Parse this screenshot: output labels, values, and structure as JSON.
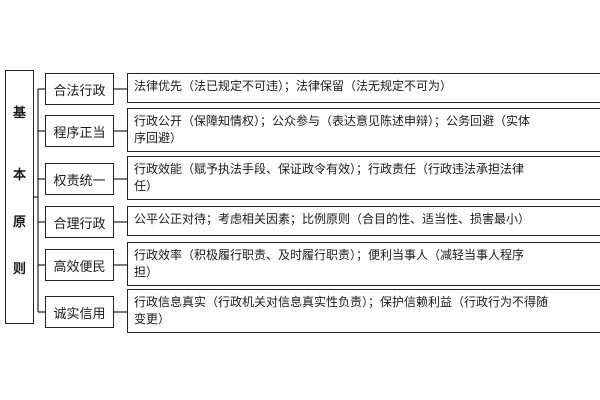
{
  "root": {
    "chars": [
      "基",
      "本",
      "原",
      "则"
    ]
  },
  "principles": [
    {
      "label": "合法行政",
      "lines": [
        "法律优先（法已规定不可违）；法律保留（法无规定不可为）"
      ]
    },
    {
      "label": "程序正当",
      "lines": [
        "行政公开（保障知情权）；公众参与（表达意见陈述申辩）；公务回避（实体",
        "序回避）"
      ]
    },
    {
      "label": "权责统一",
      "lines": [
        "行政效能（赋予执法手段、保证政令有效）；行政责任（行政违法承担法律",
        "任）"
      ]
    },
    {
      "label": "合理行政",
      "lines": [
        "公平公正对待；考虑相关因素；比例原则（合目的性、适当性、损害最小）"
      ]
    },
    {
      "label": "高效便民",
      "lines": [
        "行政效率（积极履行职责、及时履行职责）；便利当事人（减轻当事人程序",
        "担）"
      ]
    },
    {
      "label": "诚实信用",
      "lines": [
        "行政信息真实（行政机关对信息真实性负责）；保护信赖利益（行政行为不得随",
        "变更）"
      ]
    }
  ]
}
